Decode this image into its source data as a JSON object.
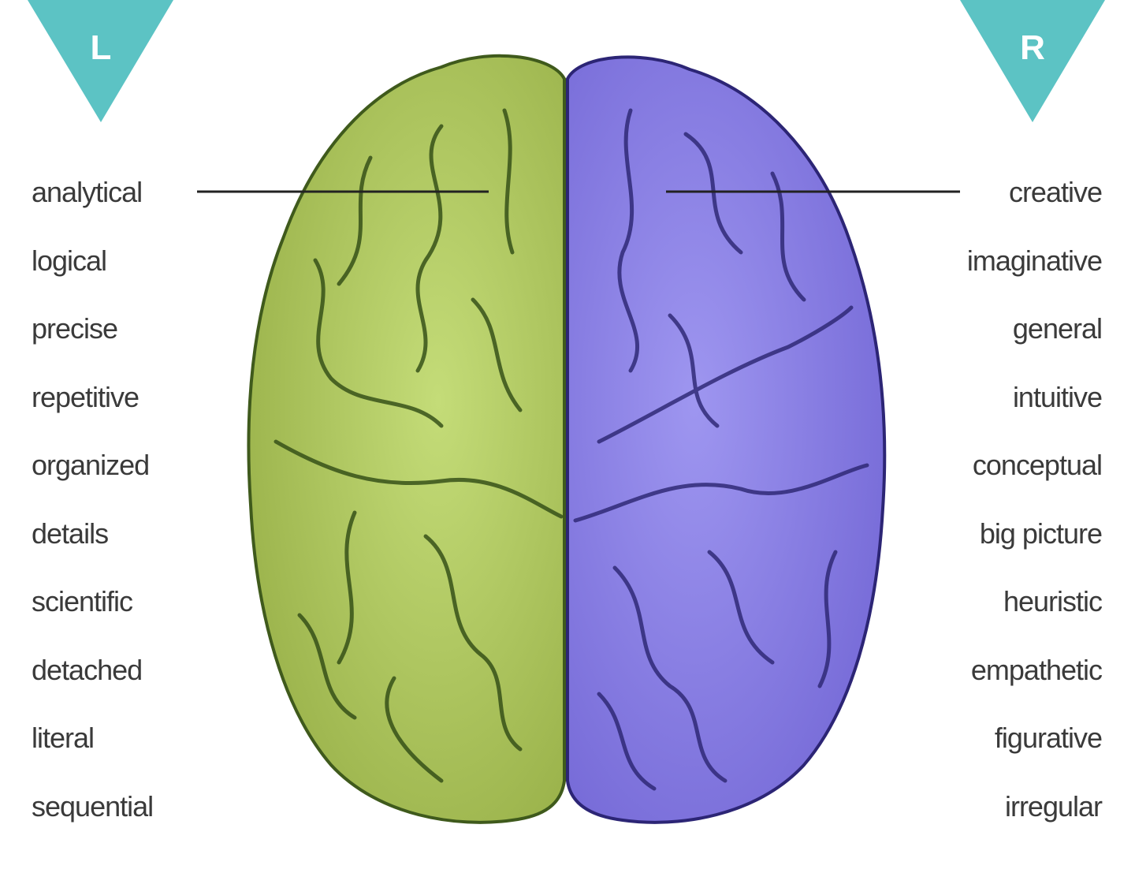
{
  "markers": {
    "left": "L",
    "right": "R",
    "color": "#5cc3c4"
  },
  "colors": {
    "left_hemisphere": "#a9c45a",
    "right_hemisphere": "#8a7fe0",
    "sulci_left": "#2f4a14",
    "sulci_right": "#2a2470"
  },
  "left_traits": [
    "analytical",
    "logical",
    "precise",
    "repetitive",
    "organized",
    "details",
    "scientific",
    "detached",
    "literal",
    "sequential"
  ],
  "right_traits": [
    "creative",
    "imaginative",
    "general",
    "intuitive",
    "conceptual",
    "big picture",
    "heuristic",
    "empathetic",
    "figurative",
    "irregular"
  ]
}
